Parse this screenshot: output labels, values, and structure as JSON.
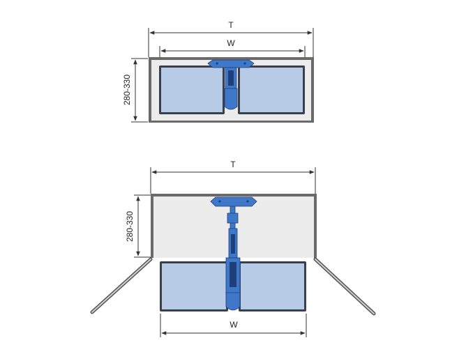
{
  "labels": {
    "total_width": "T",
    "inner_width": "W",
    "depth_range": "280-330"
  },
  "colors": {
    "cabinet": "#6a6a6a",
    "tray_fill": "#b7cbe6",
    "mechanism": "#3f78c9"
  }
}
